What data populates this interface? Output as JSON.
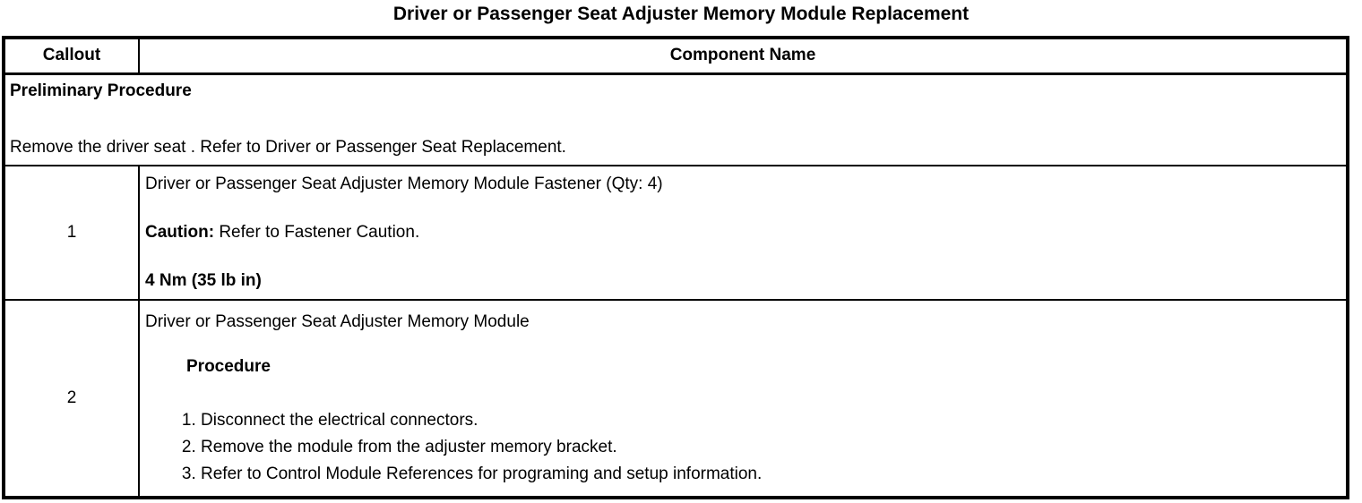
{
  "title": "Driver or Passenger Seat Adjuster Memory Module Replacement",
  "table": {
    "headers": {
      "callout": "Callout",
      "component": "Component Name"
    },
    "preliminary": {
      "heading": "Preliminary Procedure",
      "text": "Remove the driver seat . Refer to Driver or Passenger Seat Replacement."
    },
    "rows": [
      {
        "callout": "1",
        "component": "Driver or Passenger Seat Adjuster Memory Module Fastener (Qty: 4)",
        "caution_label": "Caution:",
        "caution_text": "Refer to Fastener Caution.",
        "torque": "4 Nm (35 lb in)"
      },
      {
        "callout": "2",
        "component": "Driver or Passenger Seat Adjuster Memory Module",
        "procedure_label": "Procedure",
        "steps": [
          "Disconnect the electrical connectors.",
          "Remove the module from the adjuster memory bracket.",
          "Refer to Control Module References for programing and setup information."
        ]
      }
    ]
  },
  "colors": {
    "background": "#ffffff",
    "text": "#000000",
    "border": "#000000"
  }
}
